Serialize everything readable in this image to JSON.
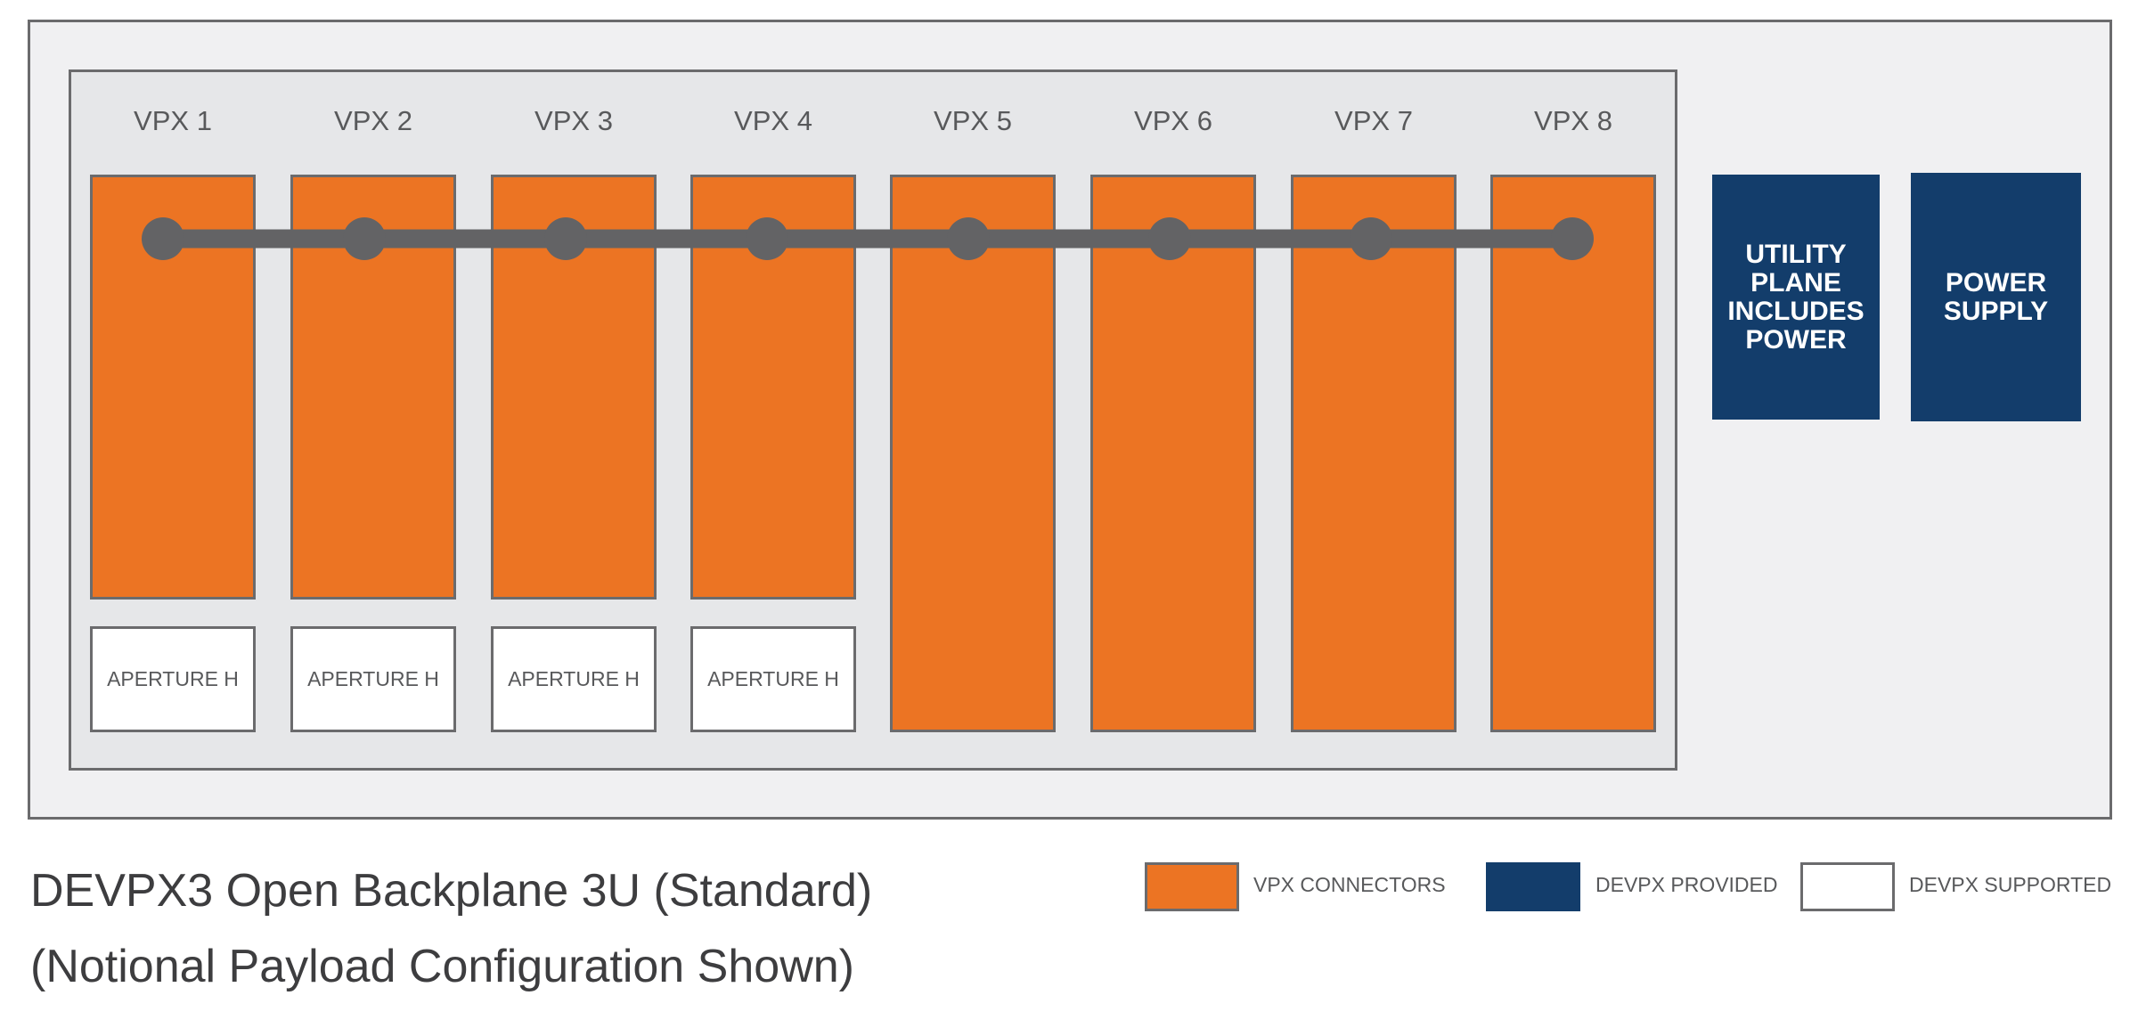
{
  "colors": {
    "vpx_connector": "#ec7423",
    "devpx_provided": "#133d6b",
    "devpx_supported": "#ffffff",
    "outline": "#6b6b6d",
    "bus": "#636365"
  },
  "slots": [
    {
      "label": "VPX 1",
      "aperture": "APERTURE H"
    },
    {
      "label": "VPX 2",
      "aperture": "APERTURE H"
    },
    {
      "label": "VPX 3",
      "aperture": "APERTURE H"
    },
    {
      "label": "VPX 4",
      "aperture": "APERTURE H"
    },
    {
      "label": "VPX 5"
    },
    {
      "label": "VPX 6"
    },
    {
      "label": "VPX 7"
    },
    {
      "label": "VPX 8"
    }
  ],
  "utility_plane": {
    "label": "UTILITY\nPLANE\nINCLUDES\nPOWER"
  },
  "power_supply": {
    "label": "POWER\nSUPPLY"
  },
  "title": {
    "line1": "DEVPX3 Open Backplane 3U (Standard)",
    "line2": "(Notional Payload Configuration Shown)"
  },
  "legend": [
    {
      "label": "VPX CONNECTORS"
    },
    {
      "label": "DEVPX PROVIDED"
    },
    {
      "label": "DEVPX SUPPORTED"
    }
  ]
}
